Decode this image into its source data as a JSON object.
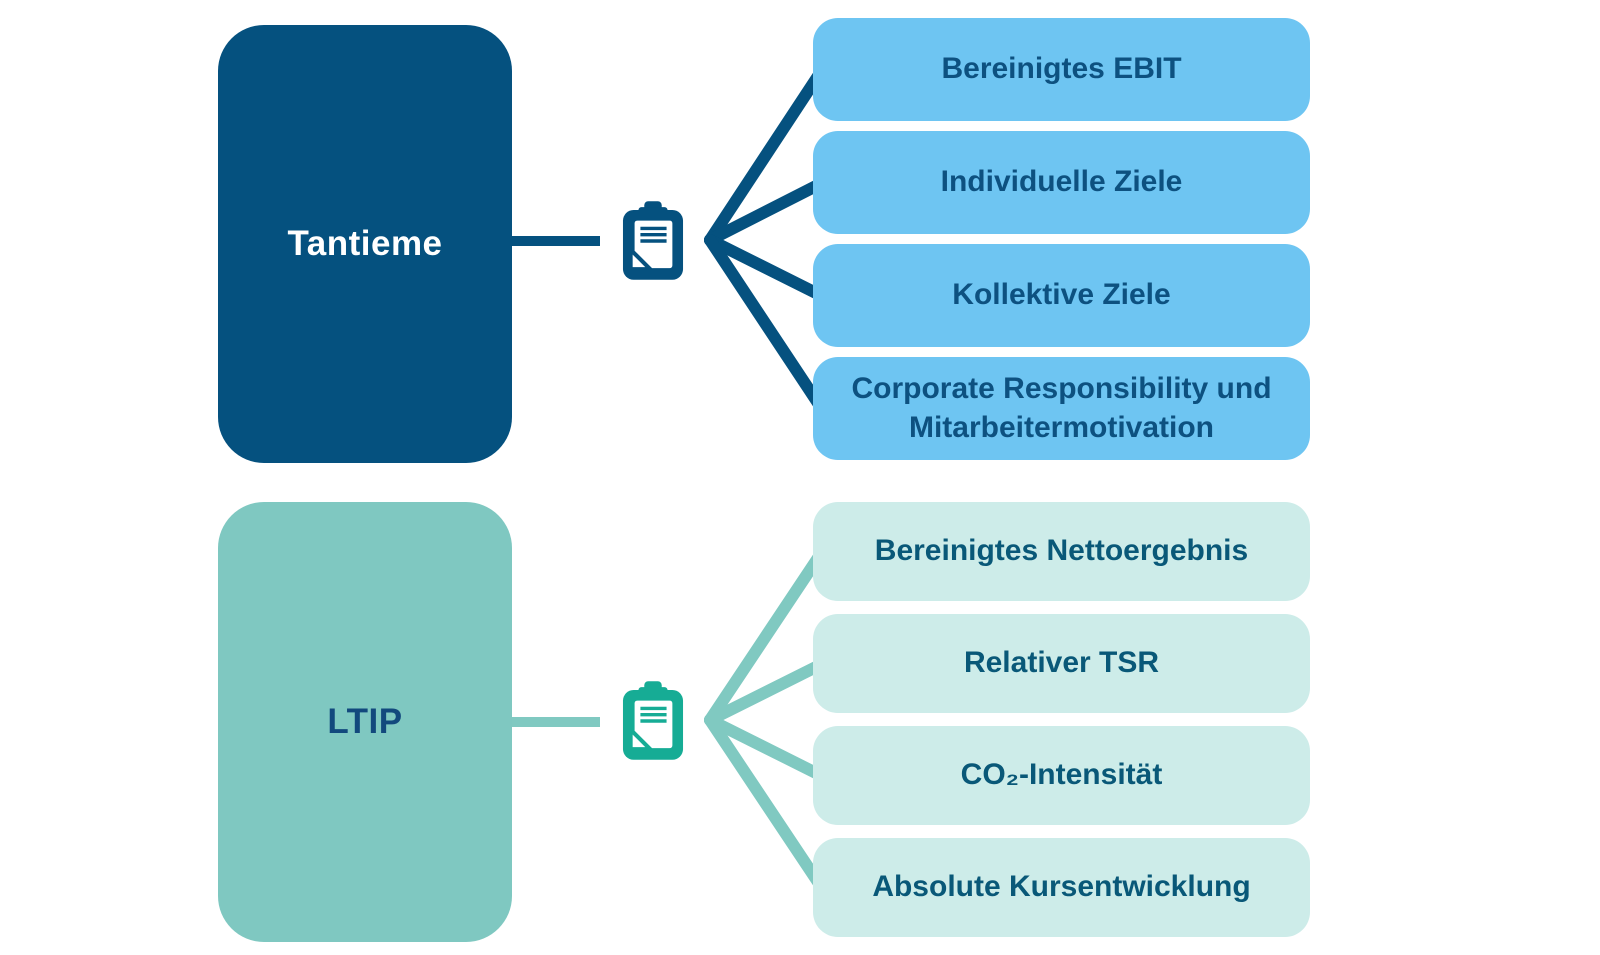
{
  "diagram": {
    "groups": [
      {
        "label": "Tantieme",
        "icon": "clipboard-icon",
        "items": [
          "Bereinigtes EBIT",
          "Individuelle Ziele",
          "Kollektive Ziele",
          "Corporate Responsibility und Mitarbeitermotivation"
        ],
        "colors": {
          "source_bg": "#05517F",
          "source_text": "#FFFFFF",
          "item_bg": "#6EC5F2",
          "item_text": "#0D5180",
          "line": "#05517F",
          "icon": "#05517F"
        }
      },
      {
        "label": "LTIP",
        "icon": "clipboard-icon",
        "items": [
          "Bereinigtes Nettoergebnis",
          "Relativer TSR",
          "CO₂-Intensität",
          "Absolute Kursentwicklung"
        ],
        "colors": {
          "source_bg": "#7FC8C1",
          "source_text": "#12497D",
          "item_bg": "#CDECE9",
          "item_text": "#095878",
          "line": "#80C9C1",
          "icon": "#16AC95"
        }
      }
    ]
  }
}
